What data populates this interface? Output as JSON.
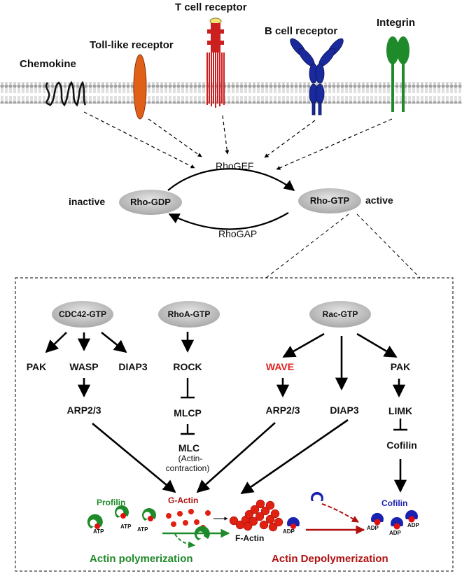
{
  "receptors": {
    "chemokine": "Chemokine",
    "tlr": "Toll-like receptor",
    "tcr": "T cell receptor",
    "bcr": "B cell receptor",
    "integrin": "Integrin"
  },
  "cycle": {
    "inactive": "inactive",
    "active": "active",
    "rho_gdp": "Rho-GDP",
    "rho_gtp": "Rho-GTP",
    "rhogef": "RhoGEF",
    "rhogap": "RhoGAP"
  },
  "inset": {
    "cdc42": "CDC42-GTP",
    "rhoa": "RhoA-GTP",
    "rac": "Rac-GTP",
    "pak1": "PAK",
    "wasp": "WASP",
    "diap3_1": "DIAP3",
    "arp23_1": "ARP2/3",
    "rock": "ROCK",
    "mlcp": "MLCP",
    "mlc": "MLC",
    "mlc_note1": "(Actin-",
    "mlc_note2": "contraction)",
    "wave": "WAVE",
    "arp23_2": "ARP2/3",
    "diap3_2": "DIAP3",
    "pak2": "PAK",
    "limk": "LIMK",
    "cofilin": "Cofilin"
  },
  "actin": {
    "profilin": "Profilin",
    "g_actin": "G-Actin",
    "f_actin": "F-Actin",
    "cofilin_blue": "Cofilin",
    "atp": "ATP",
    "adp": "ADP",
    "polymerization": "Actin polymerization",
    "depolymerization": "Actin Depolymerization"
  },
  "colors": {
    "membrane": "#9a9a9a",
    "tlr": "#e0601a",
    "tcr": "#cc1f1f",
    "bcr": "#1a2a9e",
    "integrin": "#1f8a2a",
    "wave": "#e02020",
    "profilin": "#1f8a2a",
    "g_actin": "#b01010",
    "cofilin": "#1a22b0",
    "node_fill": "#c9c9c9"
  }
}
